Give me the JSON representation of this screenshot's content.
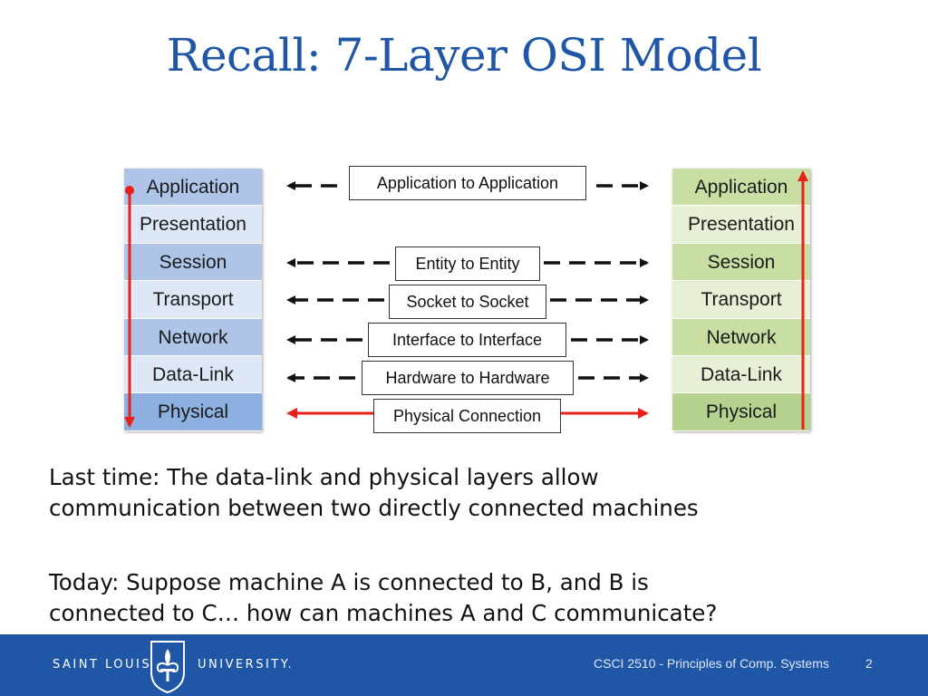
{
  "slide": {
    "title": "Recall: 7-Layer OSI Model",
    "paragraph1_line1": "Last time: The data-link and physical layers allow",
    "paragraph1_line2": "communication between two directly connected machines",
    "paragraph2_line1": "Today: Suppose machine A is connected to B, and B is",
    "paragraph2_line2": "connected to C… how can machines A and C communicate?"
  },
  "left_stack": [
    "Application",
    "Presentation",
    "Session",
    "Transport",
    "Network",
    "Data-Link",
    "Physical"
  ],
  "right_stack": [
    "Application",
    "Presentation",
    "Session",
    "Transport",
    "Network",
    "Data-Link",
    "Physical"
  ],
  "connections": {
    "application": "Application to Application",
    "session": "Entity to Entity",
    "transport": "Socket to Socket",
    "network": "Interface to Interface",
    "datalink": "Hardware to Hardware",
    "physical": "Physical Connection"
  },
  "colors": {
    "accent_blue": "#1f56a6",
    "arrow_red": "#e8201c",
    "left_stack": "#aec5e8",
    "right_stack": "#c8dea3"
  },
  "footer": {
    "left_text_1": "SAINT LOUIS",
    "left_text_2": "UNIVERSITY.",
    "course": "CSCI 2510 - Principles of Comp. Systems",
    "page": "2",
    "logo_icon": "fleur-de-lis-crest-icon"
  }
}
